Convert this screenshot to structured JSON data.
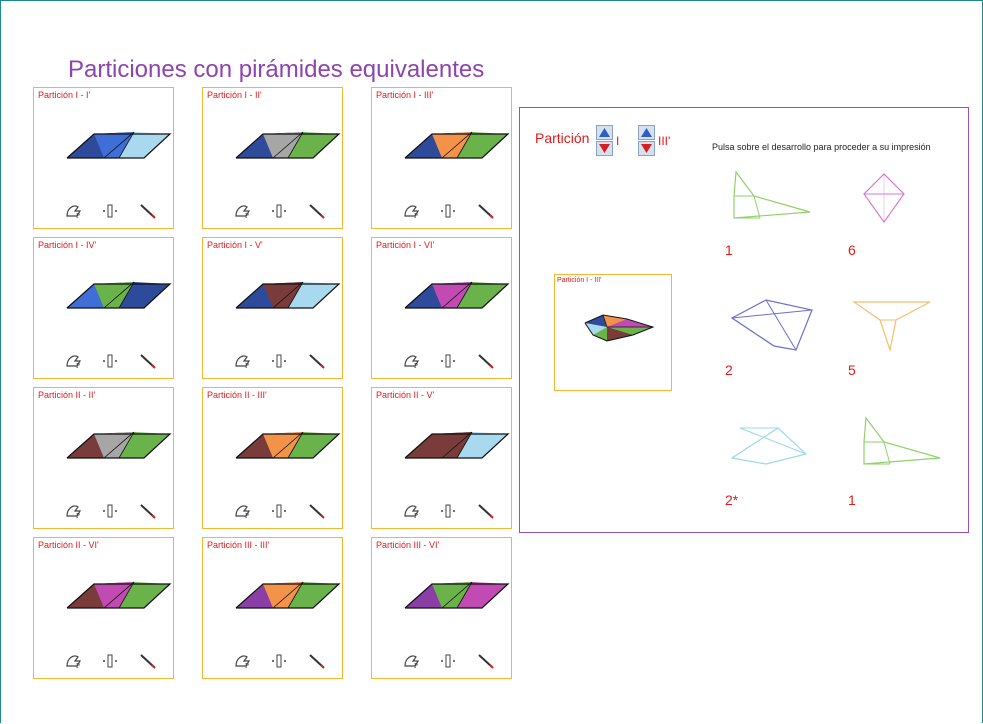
{
  "page": {
    "title": "Particiones con pirámides equivalentes"
  },
  "colors": {
    "dark_blue": "#2e4a9a",
    "blue": "#3f6fd6",
    "light_blue": "#a9d9ef",
    "teal": "#5fa7c2",
    "green": "#6ab34a",
    "gray": "#a6a6a6",
    "orange": "#f3934a",
    "brown": "#7a3b3b",
    "magenta": "#c24bb3",
    "purple": "#8b3fa6",
    "card_border": "#f5b731",
    "label_red": "#e01b1b",
    "title_purple": "#8e44ad"
  },
  "cards": [
    {
      "label": "Partición I - I'"
    },
    {
      "label": "Partición I - II'"
    },
    {
      "label": "Partición I - III'"
    },
    {
      "label": "Partición I - IV'"
    },
    {
      "label": "Partición I - V'"
    },
    {
      "label": "Partición I - VI'"
    },
    {
      "label": "Partición II - II'"
    },
    {
      "label": "Partición II - III'"
    },
    {
      "label": "Partición II - V'"
    },
    {
      "label": "Partición II - VI'"
    },
    {
      "label": "Partición III - III'"
    },
    {
      "label": "Partición III - VI'"
    }
  ],
  "card_tools": {
    "icons": [
      "print-icon",
      "explode-icon",
      "pencil-icon"
    ]
  },
  "panel": {
    "particion_label": "Partición",
    "spinner_left_value": "I",
    "spinner_right_value": "III'",
    "instruction": "Pulsa sobre el desarrollo para proceder a su impresión",
    "preview_label": "Partición I - III'",
    "nets": [
      {
        "number": "1",
        "color": "#8fd16a"
      },
      {
        "number": "6",
        "color": "#d77ad0"
      },
      {
        "number": "2",
        "color": "#6b6fd1"
      },
      {
        "number": "5",
        "color": "#f6be6a"
      },
      {
        "number": "2*",
        "color": "#9fd8ea"
      },
      {
        "number": "1",
        "color": "#8fd16a"
      }
    ]
  }
}
